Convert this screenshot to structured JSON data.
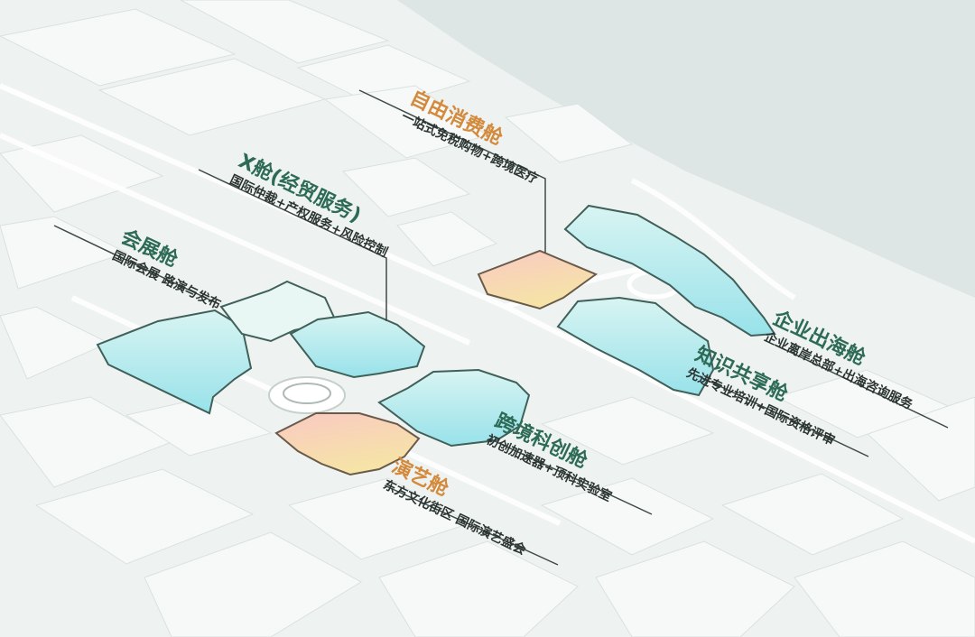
{
  "colors": {
    "background": "#eef3f1",
    "water": "#dde6e4",
    "block_fill": "#f6f9f8",
    "district_cyan": "#aee8ec",
    "district_warm": "#f7dcc0",
    "label_green": "#2e6b57",
    "label_orange": "#d48a3c"
  },
  "labels": [
    {
      "key": "ziyou",
      "title": "自由消费舱",
      "subtitle": "一站式免税购物+跨境医疗",
      "accent": "orange"
    },
    {
      "key": "x",
      "title": "X舱(经贸服务)",
      "subtitle": "国际仲裁+产权服务+风险控制",
      "accent": "green"
    },
    {
      "key": "huizhan",
      "title": "会展舱",
      "subtitle": "国际会展 路演与发布",
      "accent": "green"
    },
    {
      "key": "qiye",
      "title": "企业出海舱",
      "subtitle": "企业离岸总部+出海咨询服务",
      "accent": "green"
    },
    {
      "key": "zhishi",
      "title": "知识共享舱",
      "subtitle": "先进专业培训+国际资格评审",
      "accent": "green"
    },
    {
      "key": "kuajing",
      "title": "跨境科创舱",
      "subtitle": "初创加速器+顶科实验室",
      "accent": "green"
    },
    {
      "key": "yanyi",
      "title": "演艺舱",
      "subtitle": "东方文化街区 国际演艺盛会",
      "accent": "orange"
    }
  ]
}
